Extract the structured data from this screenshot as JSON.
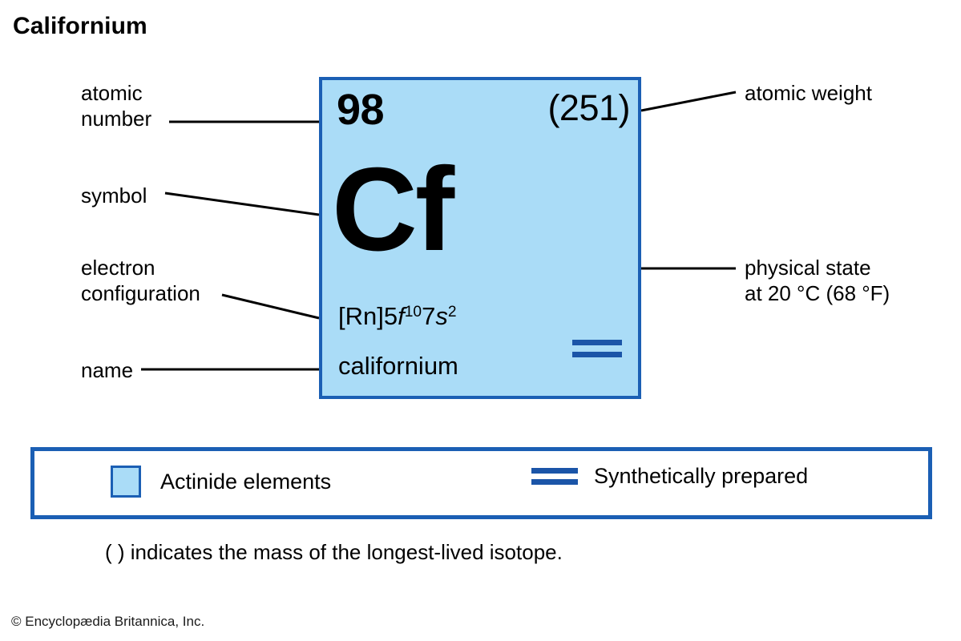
{
  "title": "Californium",
  "element": {
    "atomic_number": "98",
    "atomic_weight": "(251)",
    "symbol": "Cf",
    "electron_configuration": {
      "core": "[Rn]5",
      "f_orbital": "f",
      "f_electrons": "10",
      "s_shell": "7",
      "s_orbital": "s",
      "s_electrons": "2",
      "full_text": "[Rn]5f107s2"
    },
    "name": "californium",
    "physical_state_marker": "double-bar-synthetic"
  },
  "callouts": {
    "atomic_number": "atomic\nnumber",
    "symbol": "symbol",
    "electron_configuration": "electron\nconfiguration",
    "name": "name",
    "atomic_weight": "atomic weight",
    "physical_state": "physical state\nat 20 °C (68 °F)"
  },
  "legend": {
    "items": [
      {
        "marker": "color-swatch",
        "label": "Actinide elements"
      },
      {
        "marker": "double-bar",
        "label": "Synthetically prepared"
      }
    ]
  },
  "footnote": "( ) indicates the mass of the longest-lived isotope.",
  "credit": "© Encyclopædia Britannica, Inc.",
  "colors": {
    "tile_fill": "#aadcf7",
    "tile_border": "#1b5fb4",
    "legend_border": "#1b5fb4",
    "bar_blue": "#1b55a8",
    "leader_line": "#000000",
    "background": "#ffffff",
    "text": "#000000"
  }
}
